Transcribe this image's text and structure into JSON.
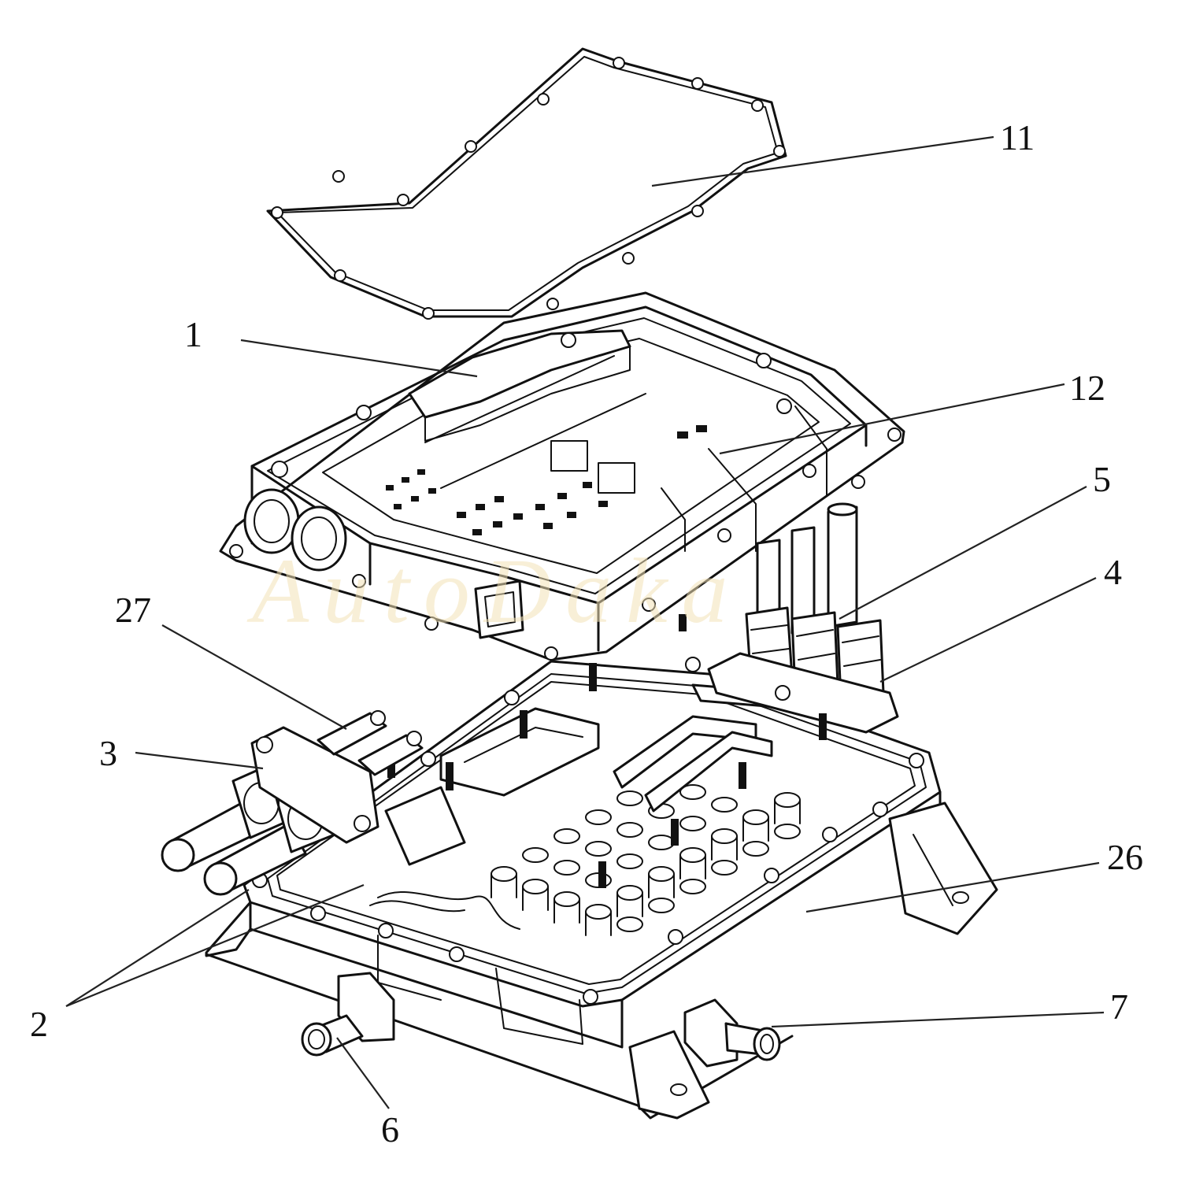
{
  "watermark": "AutoDaka",
  "callouts": {
    "c1": "1",
    "c2": "2",
    "c3": "3",
    "c4": "4",
    "c5": "5",
    "c6": "6",
    "c7": "7",
    "c11": "11",
    "c12": "12",
    "c26": "26",
    "c27": "27"
  }
}
